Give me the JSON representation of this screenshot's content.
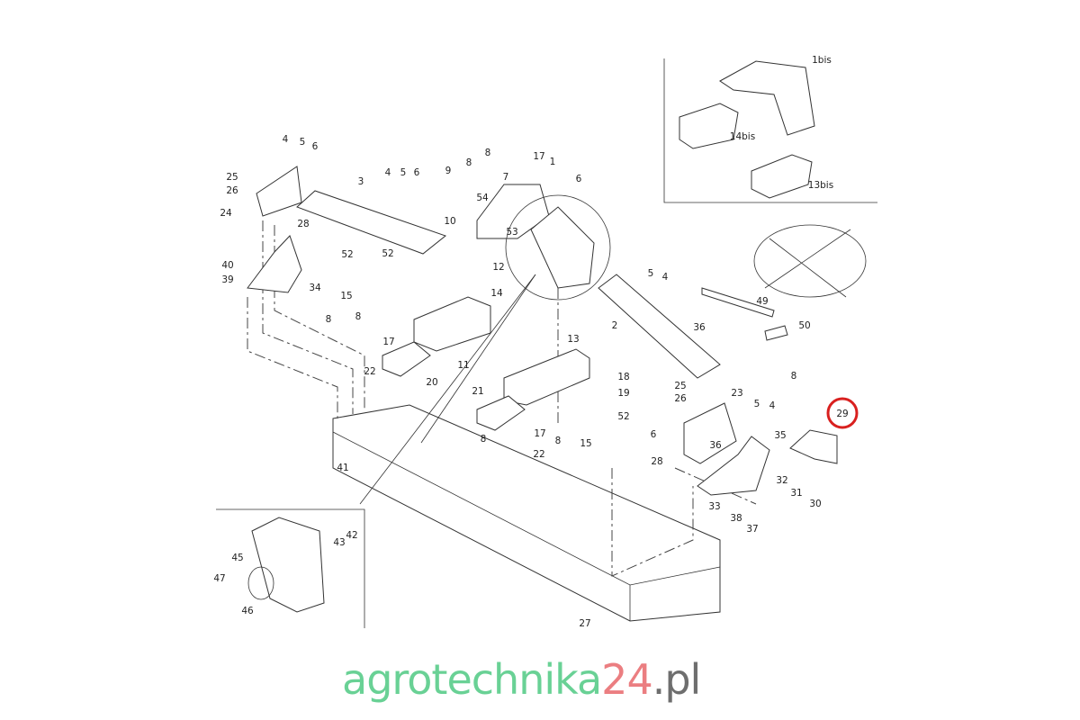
{
  "watermark": {
    "brand": "agrotechnika",
    "number": "24",
    "tld": ".pl",
    "colors": {
      "brand": "#4fc983",
      "number": "#e8686c",
      "tld": "#555555"
    }
  },
  "highlight": {
    "part": "29",
    "color": "#d9201f"
  },
  "callouts": [
    "4",
    "5",
    "6",
    "25",
    "26",
    "24",
    "3",
    "28",
    "40",
    "39",
    "34",
    "8",
    "17",
    "1",
    "8",
    "7",
    "9",
    "4",
    "5",
    "6",
    "6",
    "54",
    "10",
    "53",
    "12",
    "52",
    "52",
    "15",
    "14",
    "8",
    "8",
    "17",
    "22",
    "20",
    "11",
    "13",
    "18",
    "19",
    "21",
    "52",
    "17",
    "8",
    "15",
    "8",
    "22",
    "41",
    "5",
    "4",
    "2",
    "36",
    "49",
    "50",
    "8",
    "25",
    "26",
    "23",
    "5",
    "4",
    "6",
    "36",
    "35",
    "28",
    "32",
    "31",
    "30",
    "33",
    "38",
    "37",
    "27"
  ],
  "inset_top_right": {
    "callouts": [
      "1bis",
      "14bis",
      "13bis"
    ]
  },
  "inset_bottom_left": {
    "callouts": [
      "45",
      "43",
      "42",
      "47",
      "46"
    ]
  }
}
